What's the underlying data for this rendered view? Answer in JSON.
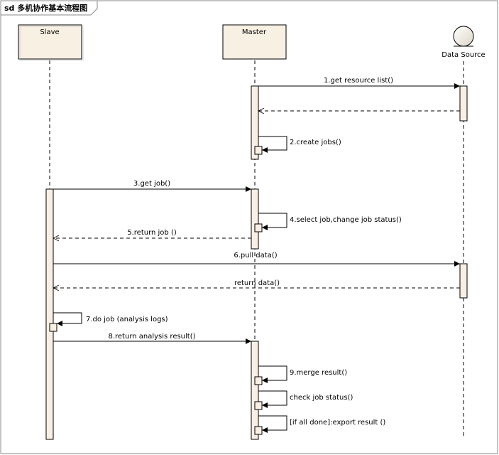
{
  "frame": {
    "title": "sd 多机协作基本流程图"
  },
  "lifelines": {
    "slave": {
      "name": "Slave"
    },
    "master": {
      "name": "Master"
    },
    "datasource": {
      "name": "Data Source"
    }
  },
  "messages": [
    {
      "id": "m1",
      "label": "1.get resource list()",
      "kind": "sync"
    },
    {
      "id": "m1r",
      "label": "",
      "kind": "return"
    },
    {
      "id": "m2",
      "label": "2.create jobs()",
      "kind": "self"
    },
    {
      "id": "m3",
      "label": "3.get job()",
      "kind": "sync"
    },
    {
      "id": "m4",
      "label": "4.select job,change job status()",
      "kind": "self"
    },
    {
      "id": "m5",
      "label": "5.return job ()",
      "kind": "return"
    },
    {
      "id": "m6",
      "label": "6.pull data()",
      "kind": "sync"
    },
    {
      "id": "m6r",
      "label": "return data()",
      "kind": "return"
    },
    {
      "id": "m7",
      "label": "7.do job (analysis logs)",
      "kind": "self"
    },
    {
      "id": "m8",
      "label": "8.return analysis result()",
      "kind": "sync"
    },
    {
      "id": "m9",
      "label": "9.merge result()",
      "kind": "self"
    },
    {
      "id": "m10",
      "label": "check job status()",
      "kind": "self"
    },
    {
      "id": "m11",
      "label": "[if all done]:export result ()",
      "kind": "self"
    }
  ],
  "colors": {
    "lifeline_fill": "#f7f0e3",
    "activation_fill": "#f7f0e3",
    "stroke": "#000000",
    "actor_fill": "#ece6d9"
  }
}
